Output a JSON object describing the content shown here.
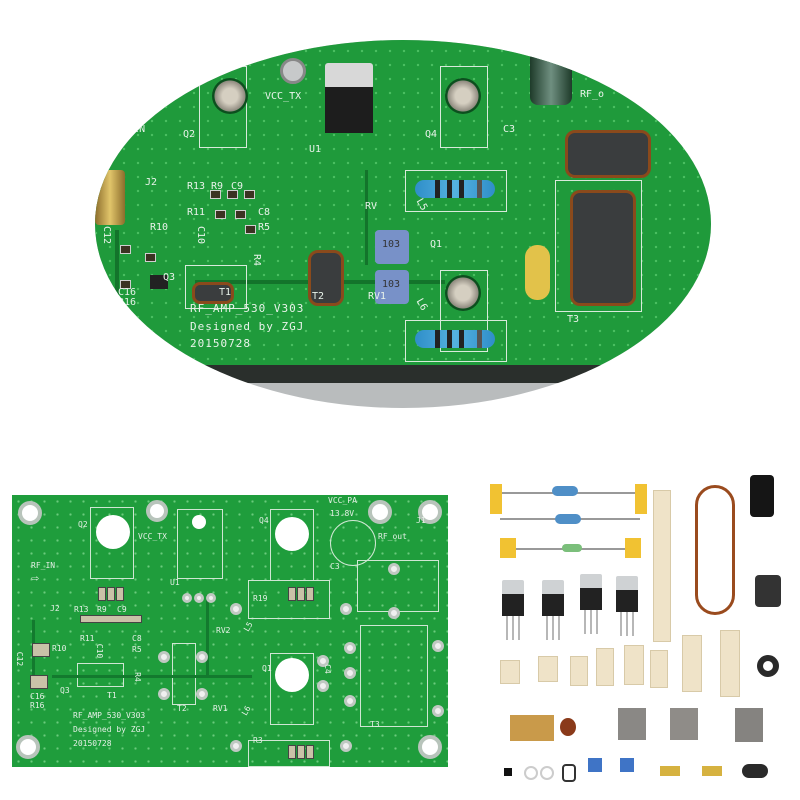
{
  "top_photo": {
    "board_labels": [
      "RF_IN",
      "Q2",
      "VCC_TX",
      "U1",
      "Q4",
      "C3",
      "RF_o",
      "J2",
      "R13",
      "R9",
      "C9",
      "R11",
      "C8",
      "R5",
      "R10",
      "C12",
      "C10",
      "Q3",
      "T1",
      "R4",
      "T2",
      "RV1",
      "RV",
      "L5",
      "L6",
      "Q1",
      "T3",
      "C16",
      "R16",
      "RF_AMP_530_V303",
      "Designed by ZGJ",
      "20150728"
    ],
    "trimmer_markings": [
      "103",
      "103"
    ]
  },
  "bare_pcb": {
    "board_labels": [
      "Q2",
      "VCC_TX",
      "Q4",
      "VCC_PA",
      "13.8V",
      "C3",
      "RF_out",
      "J1",
      "RF_IN",
      "U1",
      "R19",
      "J2",
      "R13",
      "R9",
      "C9",
      "R11",
      "C8",
      "C10",
      "R5",
      "R10",
      "C12",
      "RV2",
      "L5",
      "Q1",
      "C4",
      "Q3",
      "T1",
      "R4",
      "T2",
      "RV1",
      "L6",
      "T3",
      "R3",
      "C16",
      "R16",
      "RF_AMP_530_V303",
      "Designed by ZGJ",
      "20150728"
    ]
  },
  "colors": {
    "pcb_green": "#1f9d3c",
    "silkscreen": "#e9f3ea",
    "heatsink": "#b9bcbd",
    "resistor_blue": "#2f8ec9",
    "copper": "#8a4a1c"
  }
}
